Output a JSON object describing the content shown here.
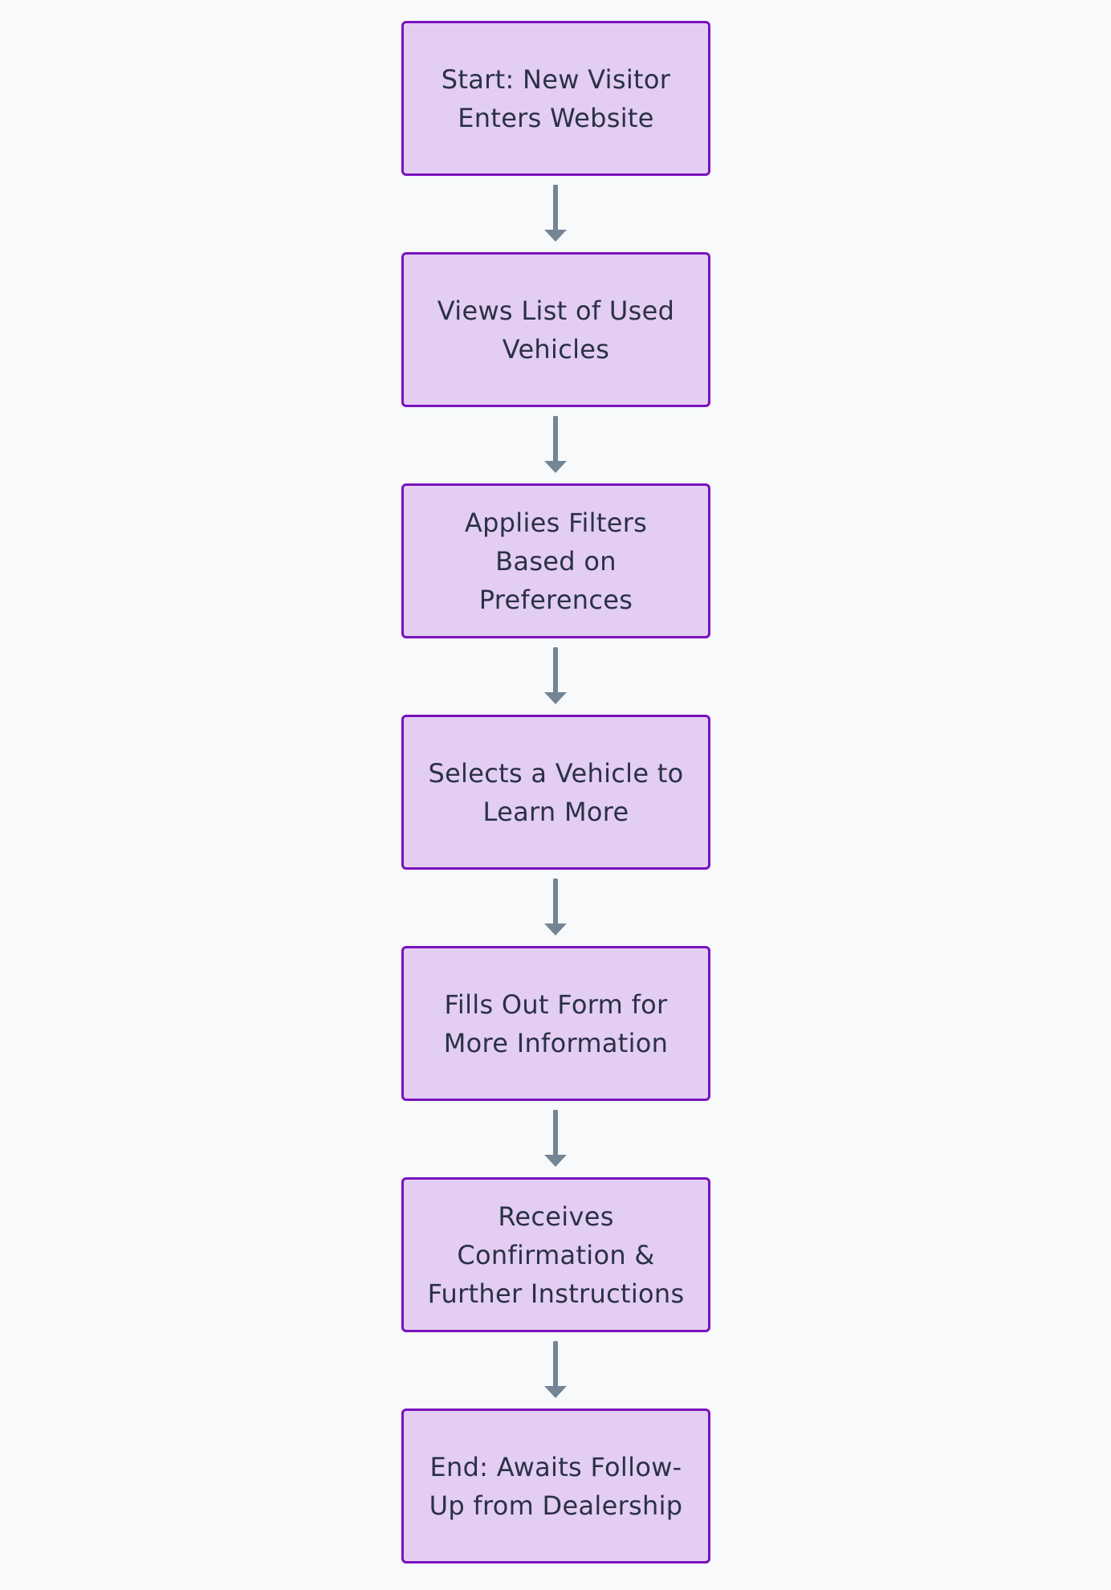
{
  "diagram": {
    "type": "flowchart",
    "direction": "top-to-bottom",
    "colors": {
      "background": "#f7f9fa",
      "node_fill": "#e3cdf3",
      "node_border": "#7a12be",
      "node_text": "#2b3145",
      "edge": "#748595"
    },
    "nodes": [
      {
        "id": "n1",
        "label": "Start: New Visitor Enters Website"
      },
      {
        "id": "n2",
        "label": "Views List of Used Vehicles"
      },
      {
        "id": "n3",
        "label": "Applies Filters Based on Preferences"
      },
      {
        "id": "n4",
        "label": "Selects a Vehicle to Learn More"
      },
      {
        "id": "n5",
        "label": "Fills Out Form for More Information"
      },
      {
        "id": "n6",
        "label": "Receives Confirmation & Further Instructions"
      },
      {
        "id": "n7",
        "label": "End: Awaits Follow-Up from Dealership"
      }
    ],
    "edges": [
      {
        "from": "n1",
        "to": "n2"
      },
      {
        "from": "n2",
        "to": "n3"
      },
      {
        "from": "n3",
        "to": "n4"
      },
      {
        "from": "n4",
        "to": "n5"
      },
      {
        "from": "n5",
        "to": "n6"
      },
      {
        "from": "n6",
        "to": "n7"
      }
    ]
  }
}
